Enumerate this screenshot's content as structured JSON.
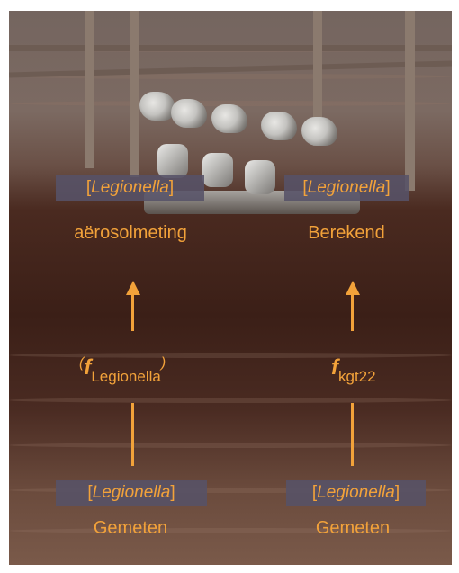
{
  "diagram": {
    "left": {
      "top_label": {
        "open": "[",
        "name": "Legionella",
        "close": "]"
      },
      "top_caption": "aërosolmeting",
      "factor": {
        "open": "(",
        "symbol": "f",
        "subscript": "Legionella",
        "close": ")"
      },
      "bottom_label": {
        "open": "[",
        "name": "Legionella",
        "close": "]"
      },
      "bottom_caption": "Gemeten"
    },
    "right": {
      "top_label": {
        "open": "[",
        "name": "Legionella",
        "close": "]"
      },
      "top_caption": "Berekend",
      "factor": {
        "symbol": "f",
        "subscript": "kgt22"
      },
      "bottom_label": {
        "open": "[",
        "name": "Legionella",
        "close": "]"
      },
      "bottom_caption": "Gemeten"
    },
    "colors": {
      "accent": "#f2a23a",
      "label_bg": "#565268"
    }
  }
}
